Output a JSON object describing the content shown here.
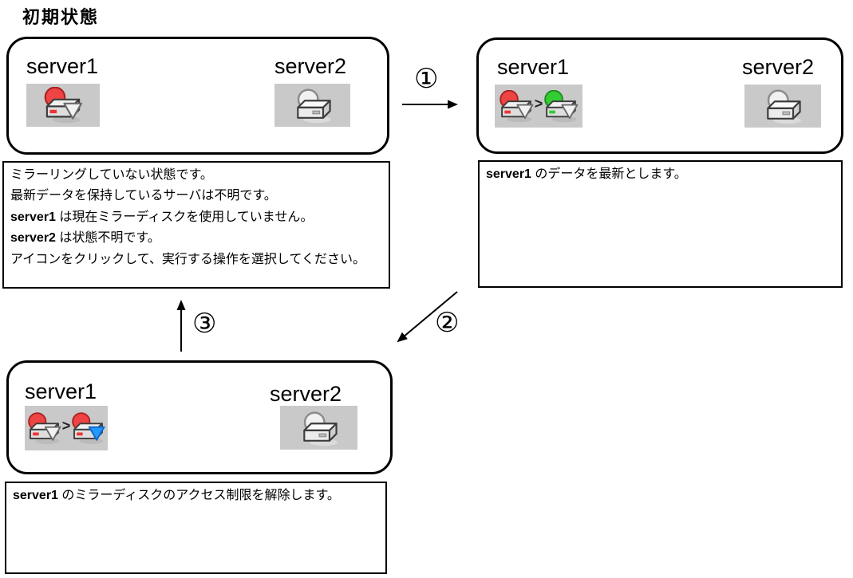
{
  "title": "初期状態",
  "gt": ">",
  "steps": {
    "step1": "①",
    "step2": "②",
    "step3": "③"
  },
  "boxes": {
    "initial": {
      "server1": {
        "name": "server1",
        "icon": "mirror-disk-red-unknown"
      },
      "server2": {
        "name": "server2",
        "icon": "mirror-disk-status-unknown"
      },
      "desc_lines": [
        {
          "bold": "",
          "text": "ミラーリングしていない状態です。"
        },
        {
          "bold": "",
          "text": "最新データを保持しているサーバは不明です。"
        },
        {
          "bold": "server1",
          "text": " は現在ミラーディスクを使用していません。"
        },
        {
          "bold": "server2",
          "text": " は状態不明です。"
        },
        {
          "bold": "",
          "text": "アイコンをクリックして、実行する操作を選択してください。"
        }
      ]
    },
    "set_latest": {
      "server1": {
        "name": "server1",
        "icon": "mirror-disk-red-to-green"
      },
      "server2": {
        "name": "server2",
        "icon": "mirror-disk-status-unknown"
      },
      "desc": {
        "bold": "server1",
        "text": " のデータを最新とします。"
      }
    },
    "unlock_access": {
      "server1": {
        "name": "server1",
        "icon": "mirror-disk-red-to-red-active"
      },
      "server2": {
        "name": "server2",
        "icon": "mirror-disk-status-unknown"
      },
      "desc": {
        "bold": "server1",
        "text": " のミラーディスクのアクセス制限を解除します。"
      }
    }
  },
  "colors": {
    "status_red": "#ee4444",
    "status_green": "#33cc33",
    "access_blue": "#2299ff",
    "icon_tile_gray": "#c9c9c9",
    "line_black": "#000000"
  }
}
